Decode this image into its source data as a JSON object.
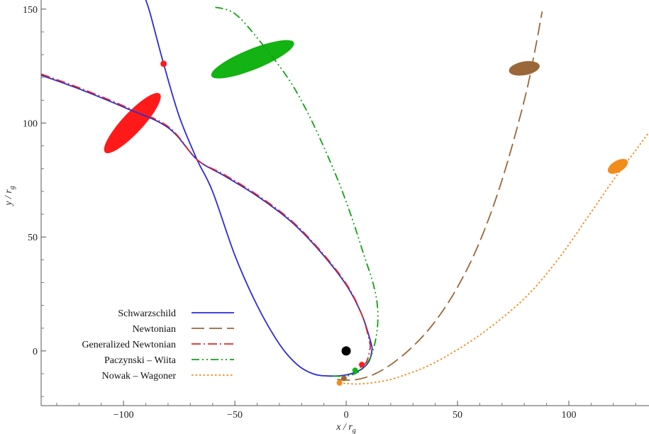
{
  "chart_data": {
    "type": "line",
    "title": "",
    "xlabel": "x / r",
    "xlabel_sub": "g",
    "ylabel": "y / r",
    "ylabel_sub": "g",
    "xlim": [
      -137,
      136
    ],
    "ylim": [
      -24,
      154
    ],
    "x_ticks": [
      -100,
      -50,
      0,
      50,
      100
    ],
    "x_tick_labels": [
      "−100",
      "−50",
      "0",
      "50",
      "100"
    ],
    "y_ticks": [
      0,
      50,
      100,
      150
    ],
    "y_tick_labels": [
      "0",
      "50",
      "100",
      "150"
    ],
    "grid": false,
    "legend_position": "bottom-left",
    "black_hole": {
      "x": 0,
      "y": 0,
      "color": "#000000"
    },
    "series": [
      {
        "name": "Schwarzschild",
        "color": "#2b2bd8",
        "dash": "solid",
        "points": [
          [
            -137,
            121
          ],
          [
            -120,
            115
          ],
          [
            -100,
            107
          ],
          [
            -80,
            98
          ],
          [
            -67,
            84
          ],
          [
            -55,
            77
          ],
          [
            -40,
            68
          ],
          [
            -25,
            57
          ],
          [
            -12,
            44
          ],
          [
            0,
            29
          ],
          [
            7,
            16
          ],
          [
            11,
            4
          ],
          [
            11.5,
            0
          ],
          [
            10,
            -5
          ],
          [
            6,
            -8.5
          ],
          [
            0,
            -10.5
          ],
          [
            -8,
            -11
          ],
          [
            -15,
            -10
          ],
          [
            -22,
            -6
          ],
          [
            -30,
            3
          ],
          [
            -40,
            20
          ],
          [
            -50,
            42
          ],
          [
            -60,
            70
          ],
          [
            -67,
            84
          ],
          [
            -75,
            103
          ],
          [
            -82,
            126
          ],
          [
            -88,
            148
          ],
          [
            -90,
            154
          ]
        ]
      },
      {
        "name": "Newtonian",
        "color": "#9a6838",
        "dash": "long-dash",
        "points": [
          [
            -4,
            -12.5
          ],
          [
            0,
            -12.8
          ],
          [
            5,
            -12.5
          ],
          [
            12,
            -10.5
          ],
          [
            20,
            -6
          ],
          [
            30,
            2
          ],
          [
            40,
            13
          ],
          [
            50,
            28
          ],
          [
            60,
            48
          ],
          [
            70,
            75
          ],
          [
            80,
            110
          ],
          [
            85,
            133
          ],
          [
            88,
            149
          ]
        ]
      },
      {
        "name": "Generalized Newtonian",
        "color": "#e02828",
        "dash": "dash-dot",
        "points": [
          [
            -137,
            121.5
          ],
          [
            -120,
            115.5
          ],
          [
            -100,
            107.5
          ],
          [
            -80,
            98.5
          ],
          [
            -67,
            84
          ],
          [
            -55,
            77.5
          ],
          [
            -40,
            68.5
          ],
          [
            -25,
            57.5
          ],
          [
            -12,
            44.5
          ],
          [
            0,
            29.5
          ],
          [
            7,
            16
          ],
          [
            10.5,
            4
          ],
          [
            10.5,
            0
          ],
          [
            9,
            -5
          ],
          [
            6,
            -7.5
          ]
        ]
      },
      {
        "name": "Paczynski – Wiita",
        "color": "#0fa30f",
        "dash": "dash-dot-dot",
        "points": [
          [
            -6,
            -11
          ],
          [
            0,
            -11
          ],
          [
            5,
            -9.5
          ],
          [
            9,
            -6
          ],
          [
            12,
            0
          ],
          [
            14,
            10
          ],
          [
            14,
            20
          ],
          [
            12,
            30
          ],
          [
            8,
            42
          ],
          [
            2,
            60
          ],
          [
            -5,
            78
          ],
          [
            -15,
            100
          ],
          [
            -25,
            118
          ],
          [
            -38,
            135
          ],
          [
            -50,
            148
          ],
          [
            -60,
            151
          ]
        ]
      },
      {
        "name": "Nowak – Wagoner",
        "color": "#f28c1a",
        "dash": "dotted",
        "points": [
          [
            -3,
            -14
          ],
          [
            5,
            -14.5
          ],
          [
            15,
            -13.5
          ],
          [
            25,
            -11
          ],
          [
            40,
            -5
          ],
          [
            60,
            7
          ],
          [
            80,
            23
          ],
          [
            95,
            40
          ],
          [
            108,
            58
          ],
          [
            120,
            75
          ],
          [
            130,
            88
          ],
          [
            136,
            96
          ]
        ]
      }
    ],
    "clouds": [
      {
        "name": "Schwarzschild cloud",
        "color": "#ff1a1a",
        "x": -96,
        "y": 100,
        "rx": 18,
        "ry": 4.5,
        "angle": -47
      },
      {
        "name": "Paczynski – Wiita cloud",
        "color": "#12b312",
        "x": -42,
        "y": 128,
        "rx": 20,
        "ry": 4.5,
        "angle": -22
      },
      {
        "name": "Newtonian cloud",
        "color": "#9a6838",
        "x": 80,
        "y": 124,
        "rx": 7,
        "ry": 3,
        "angle": -10
      },
      {
        "name": "Nowak – Wagoner cloud",
        "color": "#f28c1a",
        "x": 122,
        "y": 81,
        "rx": 5,
        "ry": 2.5,
        "angle": -30
      }
    ],
    "markers": [
      {
        "name": "red-start-point",
        "color": "#ff1a1a",
        "x": -82,
        "y": 126,
        "r": 4.5
      },
      {
        "name": "red-end-point",
        "color": "#ff1a1a",
        "x": 7,
        "y": -6,
        "r": 4
      },
      {
        "name": "green-end-point",
        "color": "#12b312",
        "x": 4,
        "y": -8.5,
        "r": 4
      },
      {
        "name": "brown-end-point",
        "color": "#9a6838",
        "x": -1,
        "y": -12,
        "r": 4
      },
      {
        "name": "orange-end-point",
        "color": "#f28c1a",
        "x": -3,
        "y": -14,
        "r": 4
      }
    ]
  }
}
